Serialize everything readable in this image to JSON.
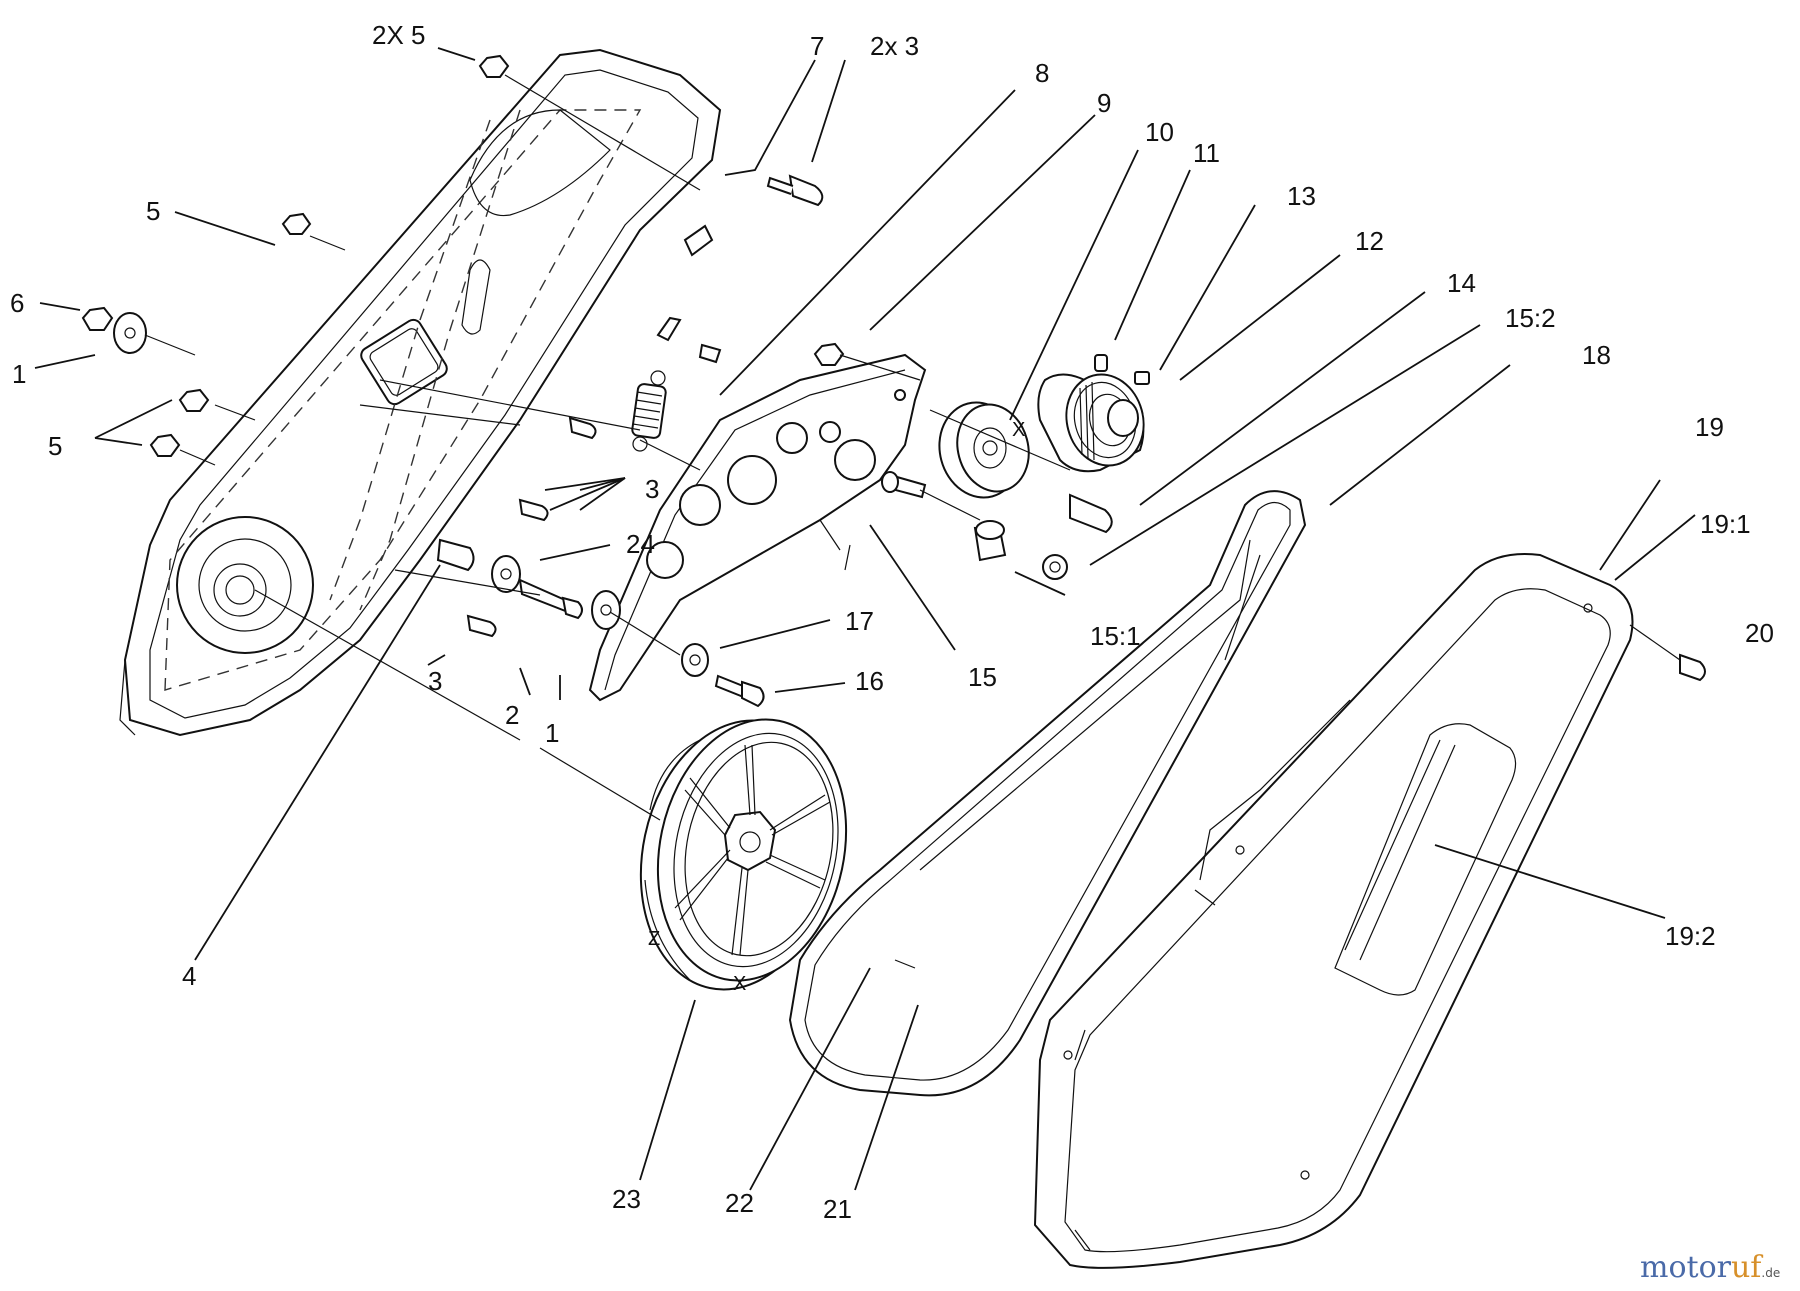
{
  "labels": {
    "l_2x5": "2X 5",
    "l_7": "7",
    "l_2x3": "2x 3",
    "l_8": "8",
    "l_9": "9",
    "l_10": "10",
    "l_11": "11",
    "l_13": "13",
    "l_12": "12",
    "l_14": "14",
    "l_15_2": "15:2",
    "l_18": "18",
    "l_5a": "5",
    "l_6": "6",
    "l_1a": "1",
    "l_5b": "5",
    "l_3a": "3",
    "l_24": "24",
    "l_17": "17",
    "l_16": "16",
    "l_15": "15",
    "l_15_1": "15:1",
    "l_19": "19",
    "l_19_1": "19:1",
    "l_20": "20",
    "l_3b": "3",
    "l_2": "2",
    "l_1b": "1",
    "l_19_2": "19:2",
    "l_4": "4",
    "l_23": "23",
    "l_22": "22",
    "l_21": "21"
  },
  "part_marks": {
    "x_idler": "X",
    "x_pulley": "X",
    "z_pulley": "Z"
  },
  "watermark": {
    "part1": "motor",
    "part2": "uf",
    "suffix": ".de"
  }
}
